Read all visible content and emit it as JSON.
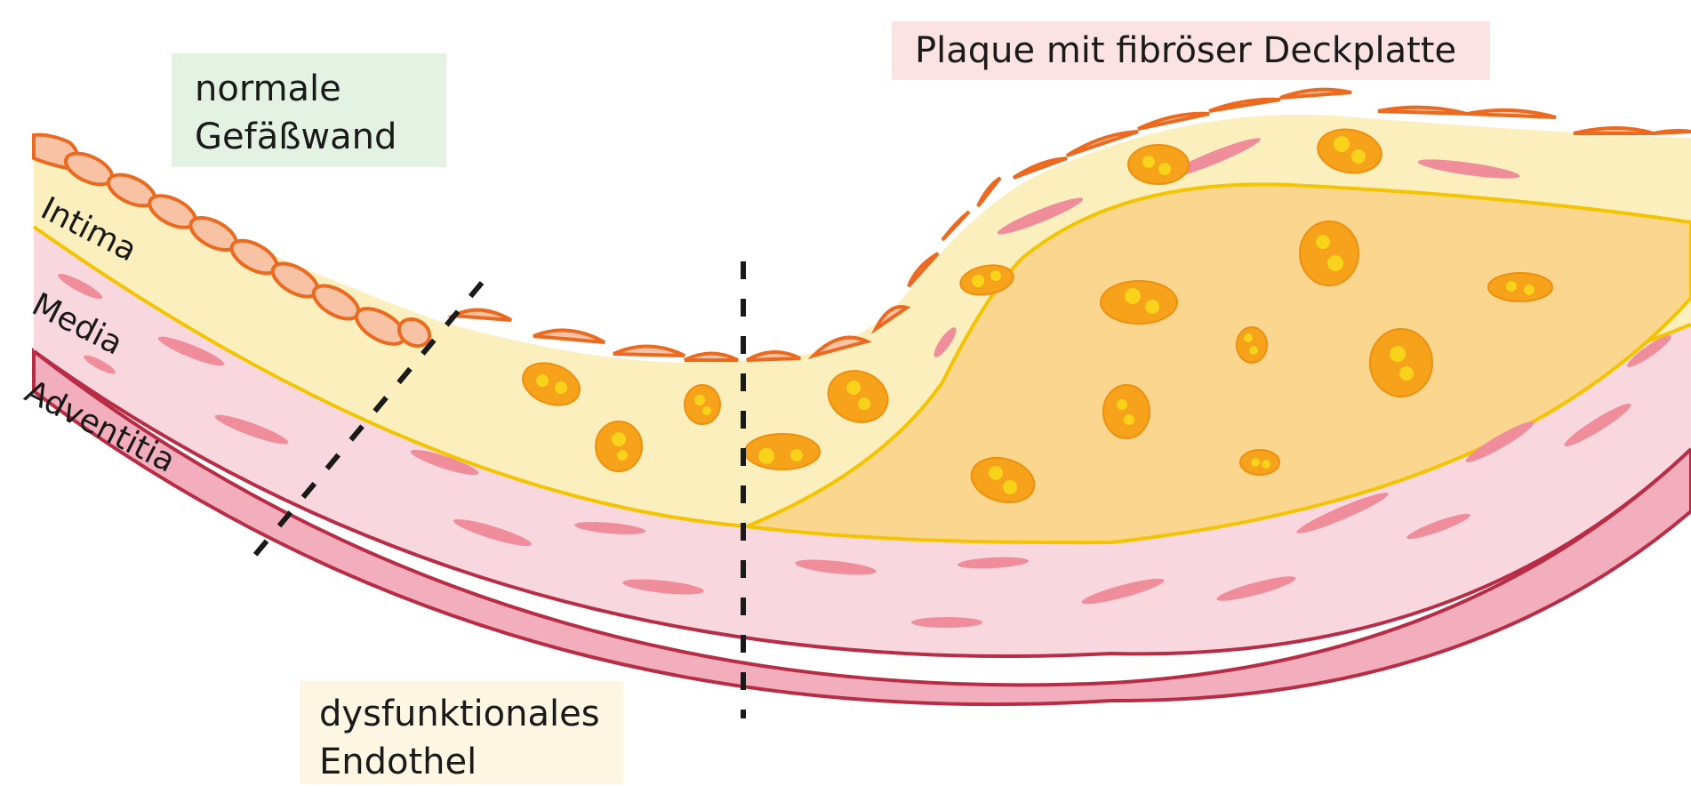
{
  "labels": {
    "normal_wall_line1": "normale",
    "normal_wall_line2": "Gefäßwand",
    "plaque": "Plaque mit fibröser Deckplatte",
    "dysfunctional_line1": "dysfunktionales",
    "dysfunctional_line2": "Endothel",
    "intima": "Intima",
    "media": "Media",
    "adventitia": "Adventitia"
  },
  "colors": {
    "box_normal": "#e4f2e3",
    "box_plaque": "#fbe3e4",
    "box_dysfunctional": "#fdf6e3",
    "intima_fill": "#fbefbe",
    "intima_border": "#f5c400",
    "media_fill": "#f9d7df",
    "adventitia_fill": "#f2aebd",
    "adventitia_border": "#b82d45",
    "endothelial_cell": "#f8c3a5",
    "endothelial_border": "#ec6a1f",
    "plaque_core": "#fad68e",
    "foam_cell": "#f6a21a",
    "smooth_muscle_cell": "#f08d9a"
  }
}
